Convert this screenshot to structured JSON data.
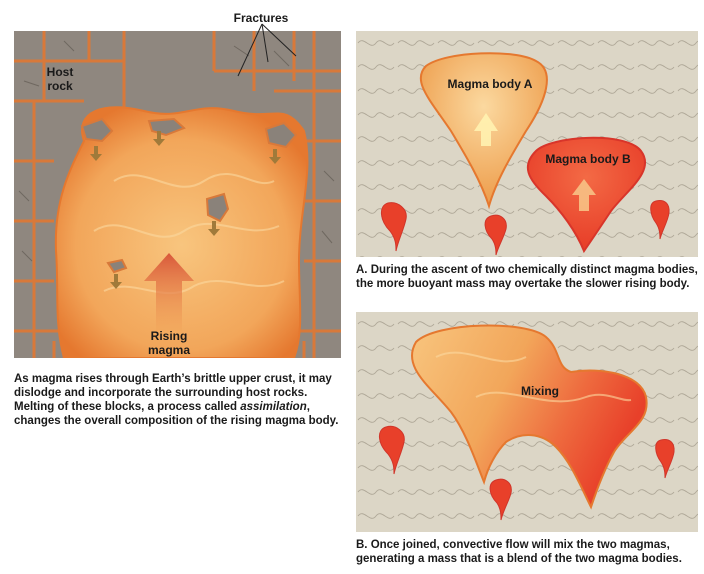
{
  "labels": {
    "fractures": "Fractures",
    "host_rock": "Host rock",
    "rising_magma": "Rising magma",
    "magma_body_a": "Magma body A",
    "magma_body_b": "Magma body B",
    "mixing": "Mixing"
  },
  "captions": {
    "left_part1": "As magma rises through Earth’s brittle upper crust, it may dislodge and incorporate the surrounding host rocks. Melting of these blocks, a process called ",
    "left_italic": "assimilation",
    "left_part2": ", changes the overall composition of the rising magma body.",
    "panel_a": "A. During the ascent of two chemically distinct magma bodies, the more buoyant mass may overtake the slower rising body.",
    "panel_b": "B. Once joined, convective flow will mix the two magmas, generating a mass that is a blend of the two magma bodies."
  },
  "colors": {
    "host_rock": "#8f877f",
    "fracture": "#d8793a",
    "magma_light": "#f7c278",
    "magma_dark": "#e9852f",
    "magma_red": "#e8402a",
    "crust": "#dcd6c6"
  }
}
